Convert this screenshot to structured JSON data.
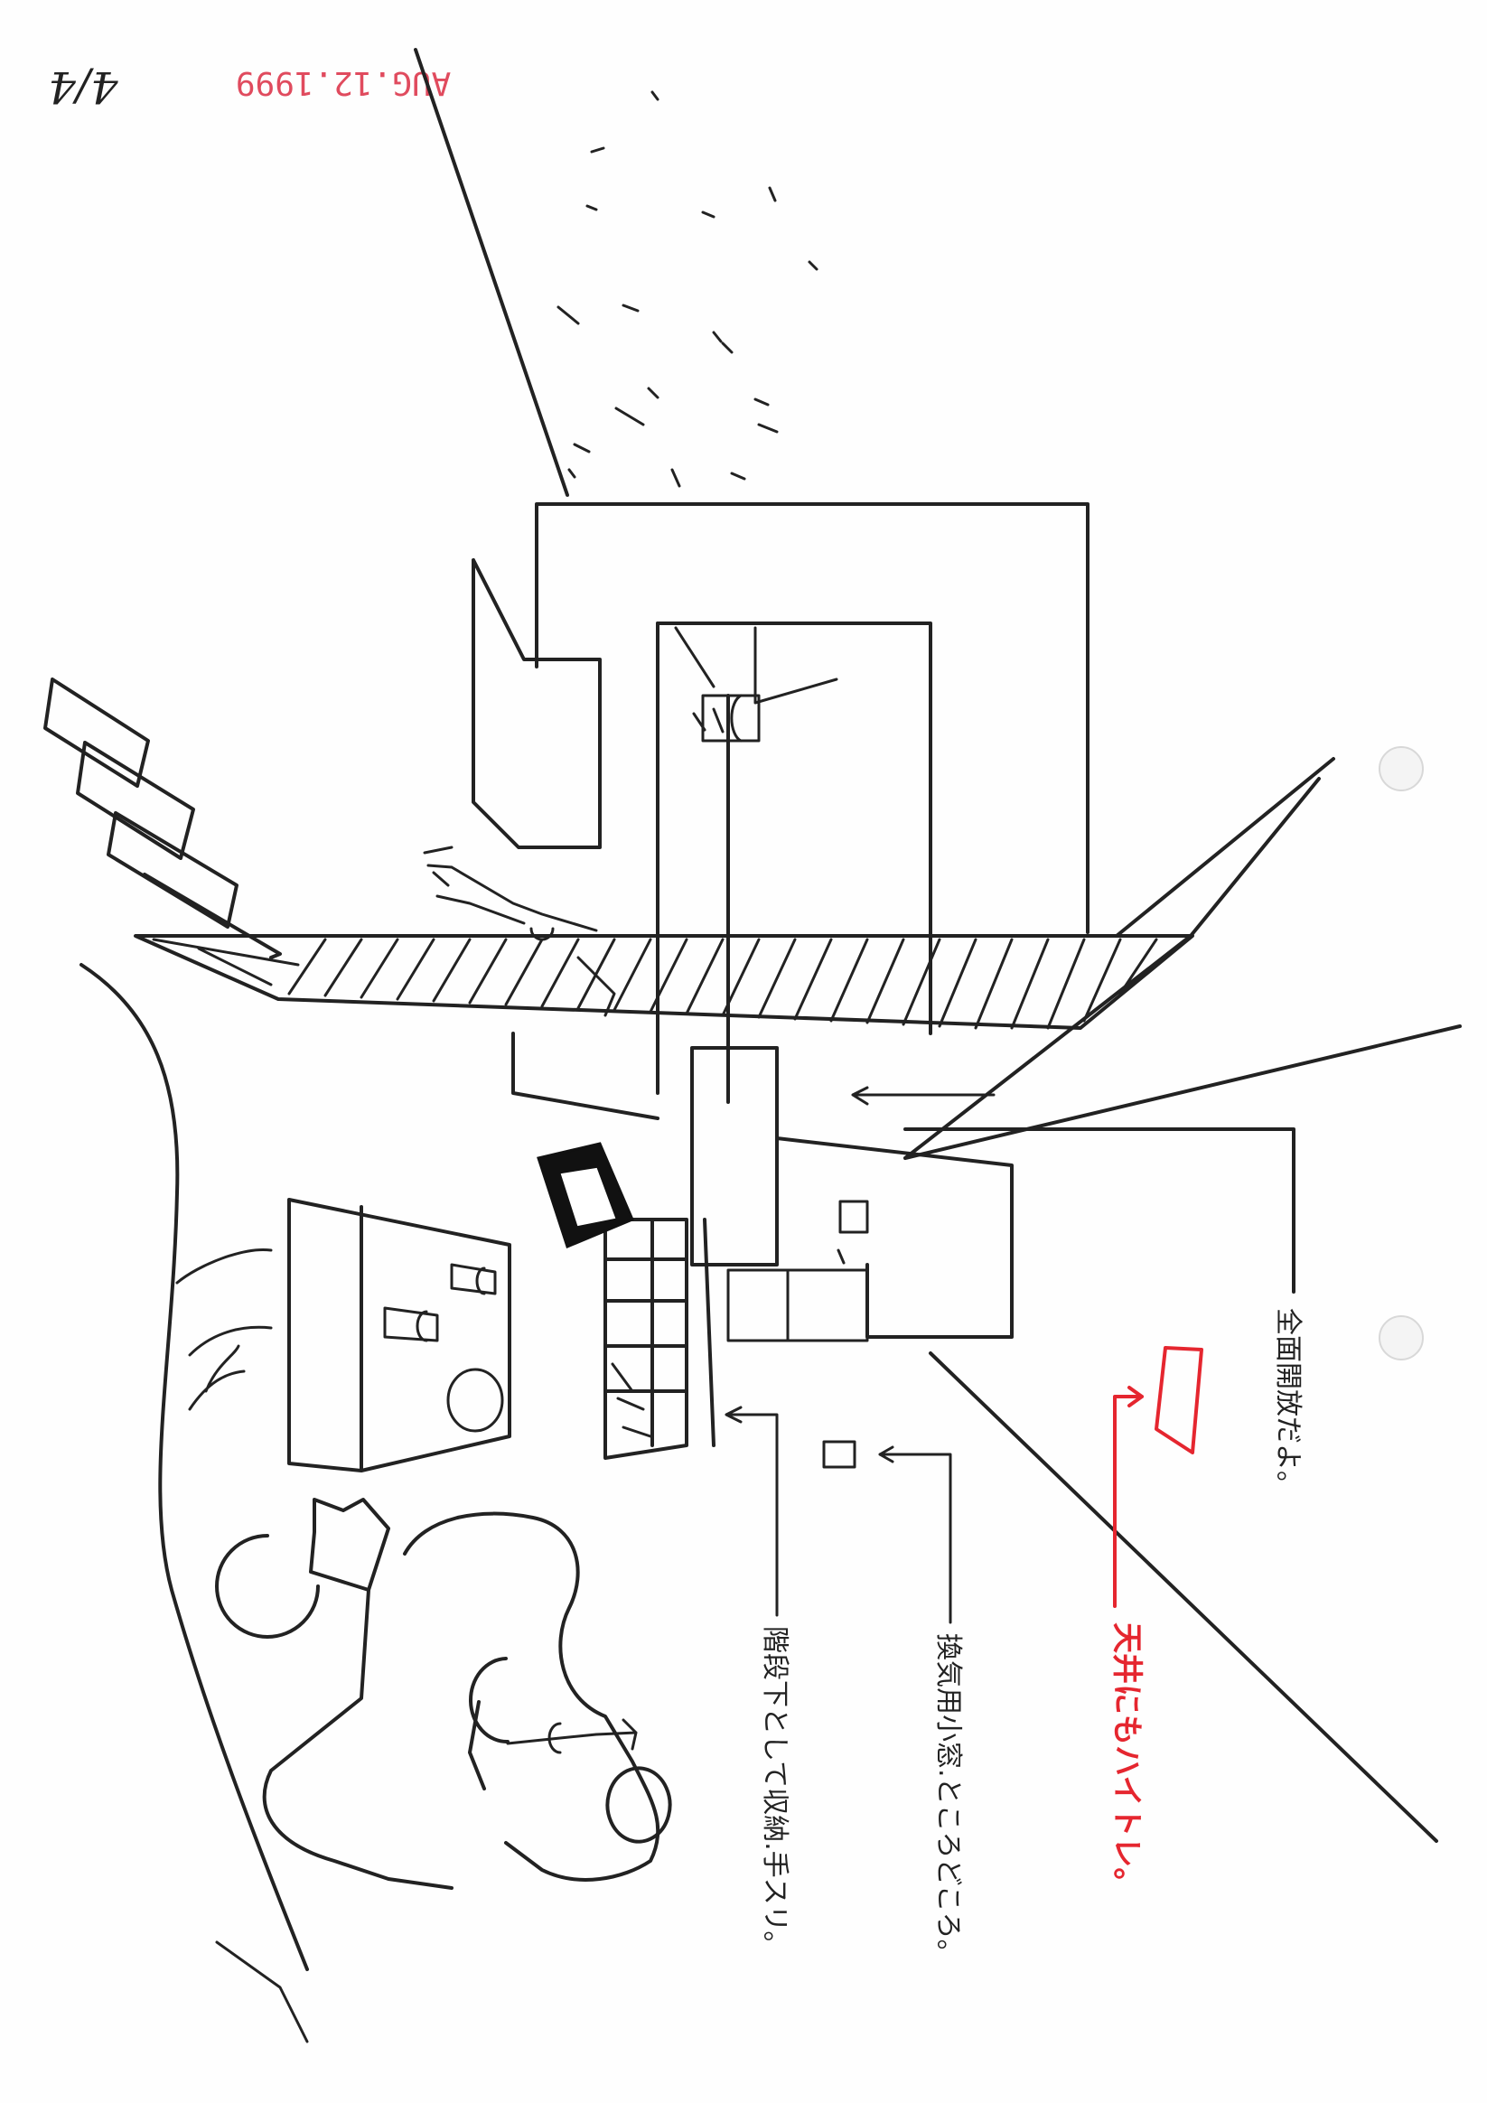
{
  "stamp": {
    "date": "AUG.12.1999",
    "color": "#e04b5e"
  },
  "page_number": "4/4",
  "annotations": {
    "full_wall": "全面開放だよ。",
    "ceiling_light": "天井にもハイトレ。",
    "vent_window": "換気用小窓.ところどころ。",
    "stair_storage": "階段下として収納.手スリ。"
  },
  "colors": {
    "ink": "#222222",
    "red_pen": "#e5262f"
  }
}
